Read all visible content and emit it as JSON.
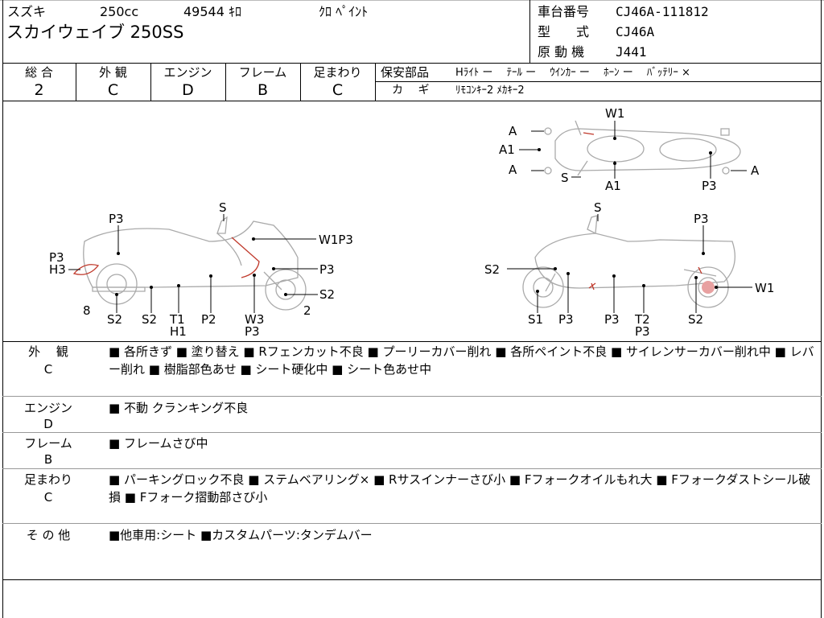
{
  "header": {
    "maker": "スズキ",
    "model": "スカイウェイブ 250SS",
    "displacement": "250cc",
    "mileage": "49544 ｷﾛ",
    "color": "ｸﾛ ﾍﾟｲﾝﾄ",
    "frame_no_label": "車台番号",
    "frame_no": "CJ46A-111812",
    "type_label": "型　　式",
    "type": "CJ46A",
    "engine_label": "原 動 機",
    "engine": "J441"
  },
  "grades": [
    {
      "label": "総 合",
      "value": "2"
    },
    {
      "label": "外 観",
      "value": "C"
    },
    {
      "label": "エンジン",
      "value": "D"
    },
    {
      "label": "フレーム",
      "value": "B"
    },
    {
      "label": "足まわり",
      "value": "C"
    }
  ],
  "safety": {
    "label": "保安部品",
    "items": "Hﾗｲﾄ ー　 ﾃｰﾙ ー　 ｳｲﾝｶｰ ー　 ﾎｰﾝ ー　 ﾊﾞｯﾃﾘｰ ×",
    "key_label": "カ　 ギ",
    "key_items": "ﾘﾓｺﾝｷｰ2 ﾒｶｷｰ2"
  },
  "diagram_labels": {
    "top": {
      "a1": "A",
      "a2": "A1",
      "a3": "A",
      "s": "S",
      "w1": "W1",
      "a1b": "A1",
      "p3": "P3",
      "a4": "A"
    },
    "left": {
      "s": "S",
      "p3a": "P3",
      "w1p3": "W1P3",
      "p3b": "P3",
      "h3": "H3",
      "p3c": "P3",
      "s2a": "S2",
      "n8": "8",
      "s2b": "S2",
      "s2c": "S2",
      "t1": "T1",
      "h1": "H1",
      "p2": "P2",
      "w3": "W3",
      "p3d": "P3",
      "n2": "2"
    },
    "right": {
      "s": "S",
      "p3a": "P3",
      "s2a": "S2",
      "w1": "W1",
      "s1": "S1",
      "p3b": "P3",
      "p3c": "P3",
      "t2": "T2",
      "p3d": "P3",
      "s2b": "S2"
    }
  },
  "sections": [
    {
      "label": "外　 観",
      "grade": "C",
      "text": "■ 各所きず ■ 塗り替え ■ Rフェンカット不良 ■ プーリーカバー削れ ■ 各所ペイント不良 ■ サイレンサーカバー削れ中 ■ レバー削れ ■ 樹脂部色あせ ■ シート硬化中 ■ シート色あせ中"
    },
    {
      "label": "エンジン",
      "grade": "D",
      "text": "■ 不動 クランキング不良"
    },
    {
      "label": "フレーム",
      "grade": "B",
      "text": "■ フレームさび中"
    },
    {
      "label": "足まわり",
      "grade": "C",
      "text": "■ パーキングロック不良 ■ ステムベアリング× ■ Rサスインナーさび小 ■ Fフォークオイルもれ大 ■ Fフォークダストシール破損 ■ Fフォーク摺動部さび小"
    },
    {
      "label": "そ の 他",
      "grade": "",
      "text": "■他車用:シート ■カスタムパーツ:タンデムバー"
    }
  ]
}
